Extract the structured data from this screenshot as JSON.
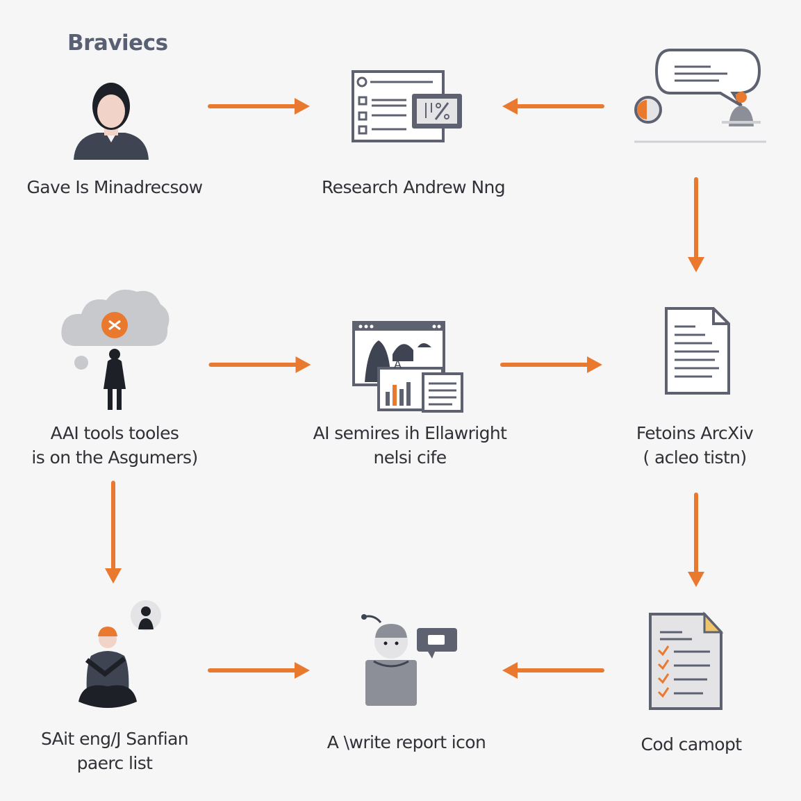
{
  "title": "Braviecs",
  "colors": {
    "arrow": "#e9792f",
    "icon_dark": "#3f4452",
    "icon_gray": "#8c8f97",
    "icon_light": "#e4e4e6",
    "accent": "#e9792f"
  },
  "nodes": [
    {
      "id": "n1",
      "icon": "person-avatar-icon",
      "lines": [
        "Gave Is Minadrecsow"
      ]
    },
    {
      "id": "n2",
      "icon": "browser-window-icon",
      "lines": [
        "Research Andrew Nng"
      ]
    },
    {
      "id": "n3",
      "icon": "chat-bubble-user-icon",
      "lines": []
    },
    {
      "id": "n4",
      "icon": "thinking-cloud-person-icon",
      "lines": [
        "AAI tools tooles",
        "is on the Asgumers)"
      ]
    },
    {
      "id": "n5",
      "icon": "web-charts-window-icon",
      "lines": [
        "AI semires ih Ellawright",
        "nelsi cife"
      ]
    },
    {
      "id": "n6",
      "icon": "document-icon",
      "lines": [
        "Fetoins ArcXiv",
        "( acleo tistn)"
      ]
    },
    {
      "id": "n7",
      "icon": "meditating-person-icon",
      "lines": [
        "SAit eng/J Sanfian",
        "paerc list"
      ]
    },
    {
      "id": "n8",
      "icon": "robot-chat-icon",
      "lines": [
        "A \\write report icon"
      ]
    },
    {
      "id": "n9",
      "icon": "checklist-document-icon",
      "lines": [
        "Cod camopt"
      ]
    }
  ],
  "edges": [
    {
      "from": "n1",
      "to": "n2"
    },
    {
      "from": "n3",
      "to": "n2"
    },
    {
      "from": "n3",
      "to": "n6"
    },
    {
      "from": "n4",
      "to": "n5"
    },
    {
      "from": "n5",
      "to": "n6"
    },
    {
      "from": "n4",
      "to": "n7"
    },
    {
      "from": "n6",
      "to": "n9"
    },
    {
      "from": "n7",
      "to": "n8"
    },
    {
      "from": "n9",
      "to": "n8"
    }
  ]
}
